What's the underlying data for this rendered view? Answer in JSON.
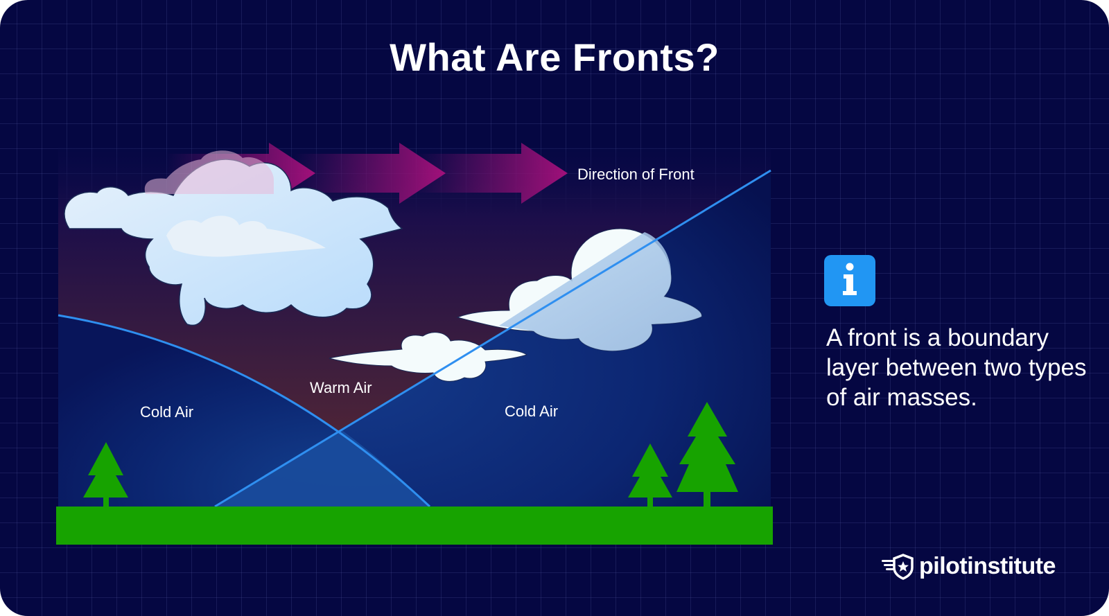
{
  "title": "What Are Fronts?",
  "diagram": {
    "direction_label": "Direction of Front",
    "labels": {
      "cold_air_left": "Cold Air",
      "warm_air": "Warm Air",
      "cold_air_right": "Cold Air"
    },
    "colors": {
      "background": "#050742",
      "cold_air": "#0d2a78",
      "warm_air": "#5a2a33",
      "boundary_line": "#2f8ff0",
      "arrow": "#a0127a",
      "ground": "#17a300",
      "trees": "#17a300",
      "cloud": "#dbeeff"
    }
  },
  "info": {
    "icon": "info-icon",
    "text": "A front is a boundary layer between two types of air masses.",
    "badge_color": "#2196f3"
  },
  "brand": {
    "icon": "winged-shield-star-icon",
    "name": "pilotinstitute"
  }
}
